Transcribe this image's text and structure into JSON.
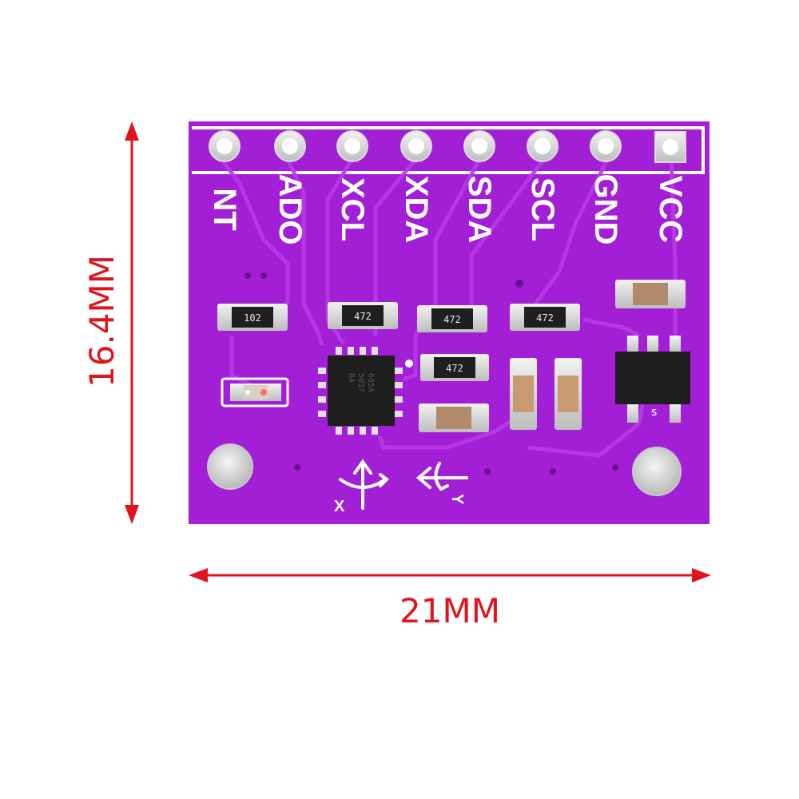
{
  "dimensions": {
    "height": "16.4MM",
    "width": "21MM",
    "arrow_color": "#e0141e"
  },
  "board": {
    "color": "#a21fd6",
    "silk_color": "#ffffff",
    "pins": [
      {
        "label": "NT"
      },
      {
        "label": "ADO"
      },
      {
        "label": "XCL"
      },
      {
        "label": "XDA"
      },
      {
        "label": "SDA"
      },
      {
        "label": "SCL"
      },
      {
        "label": "GND"
      },
      {
        "label": "VCC"
      }
    ],
    "resistors": [
      "102",
      "472",
      "472",
      "472",
      "472"
    ],
    "axes": {
      "x": "X",
      "y": "Y"
    }
  }
}
